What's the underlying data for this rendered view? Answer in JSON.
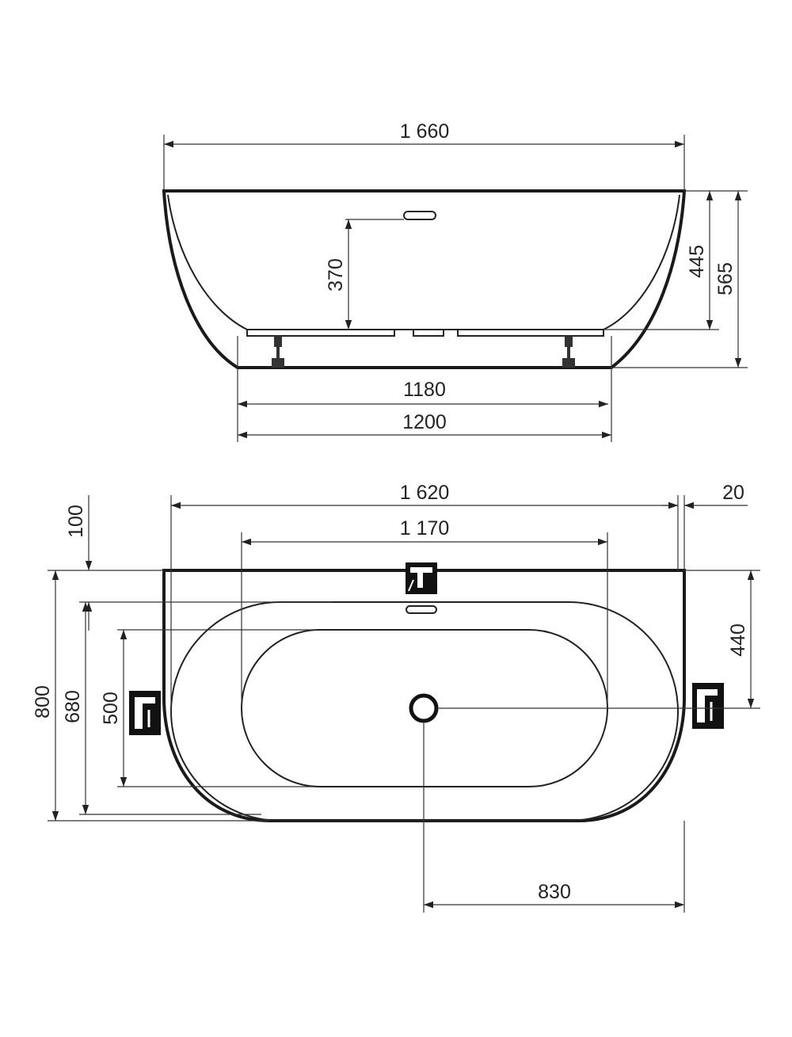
{
  "side_view": {
    "overall_length": "1 660",
    "height_to_rim": "445",
    "total_height": "565",
    "overflow_height": "370",
    "base_inner": "1180",
    "base_outer": "1200"
  },
  "top_view": {
    "outer_length": "1 620",
    "wall_gap": "20",
    "inner_length": "1 170",
    "back_offset": "100",
    "outer_width": "800",
    "rim_width": "680",
    "inner_width": "500",
    "tap_offset": "440",
    "drain_offset": "830"
  },
  "icons": [
    "wall-faucet-icon",
    "side-faucet-left-icon",
    "side-faucet-right-icon"
  ],
  "colors": {
    "line": "#1a1a1a",
    "icon_bg": "#111111"
  }
}
